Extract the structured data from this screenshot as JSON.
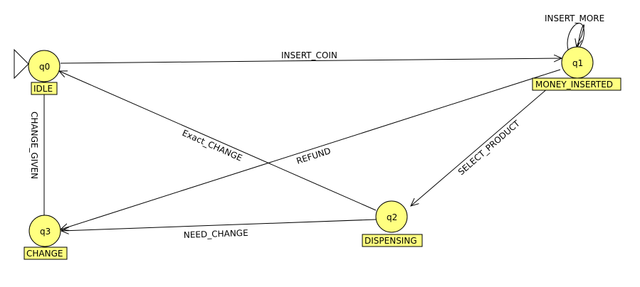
{
  "states": [
    {
      "id": "q0",
      "name": "IDLE",
      "initial": true
    },
    {
      "id": "q1",
      "name": "MONEY_INSERTED"
    },
    {
      "id": "q2",
      "name": "DISPENSING"
    },
    {
      "id": "q3",
      "name": "CHANGE"
    }
  ],
  "transitions": [
    {
      "from": "q0",
      "to": "q1",
      "label": "INSERT_COIN"
    },
    {
      "from": "q1",
      "to": "q1",
      "label": "INSERT_MORE"
    },
    {
      "from": "q1",
      "to": "q2",
      "label": "SELECT_PRODUCT"
    },
    {
      "from": "q1",
      "to": "q3",
      "label": "REFUND"
    },
    {
      "from": "q2",
      "to": "q0",
      "label": "Exact_CHANGE"
    },
    {
      "from": "q2",
      "to": "q3",
      "label": "NEED_CHANGE"
    },
    {
      "from": "q3",
      "to": "q0",
      "label": "CHANGE_GIVEN"
    }
  ],
  "colors": {
    "state_fill": "#ffff80",
    "stroke": "#000000"
  }
}
